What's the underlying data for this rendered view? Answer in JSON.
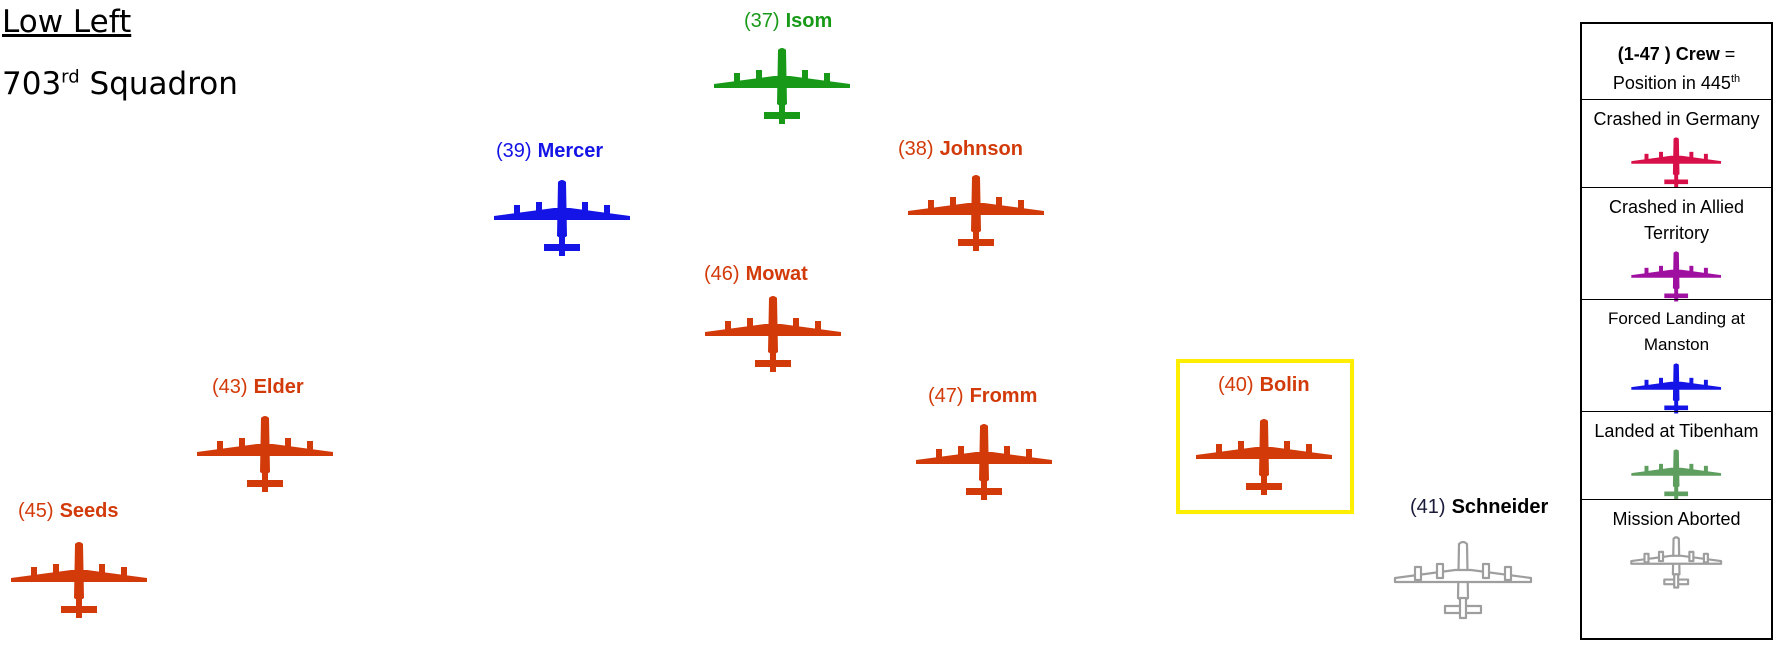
{
  "formation": {
    "title": "Low Left",
    "squadron_num": "703",
    "squadron_sup": "rd",
    "squadron_word": "Squadron"
  },
  "colors": {
    "red": "#d23a0a",
    "blue": "#1414e6",
    "green": "#189a18",
    "grey": "#9e9e9e",
    "legend_red": "#d8104a",
    "legend_purple": "#a010a0",
    "legend_blue": "#1414e6",
    "legend_green": "#5e9e5e",
    "legend_grey": "#9e9e9e",
    "highlight": "#ffee00"
  },
  "planes": [
    {
      "num": "(37)",
      "name": "Isom",
      "status": "green"
    },
    {
      "num": "(39)",
      "name": "Mercer",
      "status": "blue"
    },
    {
      "num": "(38)",
      "name": "Johnson",
      "status": "red"
    },
    {
      "num": "(46)",
      "name": "Mowat",
      "status": "red"
    },
    {
      "num": "(43)",
      "name": "Elder",
      "status": "red"
    },
    {
      "num": "(47)",
      "name": "Fromm",
      "status": "red"
    },
    {
      "num": "(40)",
      "name": "Bolin",
      "status": "red",
      "highlighted": true
    },
    {
      "num": "(45)",
      "name": "Seeds",
      "status": "red"
    },
    {
      "num": "(41)",
      "name": "Schneider",
      "status": "grey"
    }
  ],
  "legend": {
    "header_range": "(1-47 )",
    "header_crew": "Crew",
    "header_eq": "=",
    "header_line2": "Position in 445",
    "header_sup": "th",
    "items": [
      {
        "label": "Crashed in Germany",
        "color": "legend_red"
      },
      {
        "label": "Crashed in  Allied Territory",
        "color": "legend_purple"
      },
      {
        "label": "Forced Landing at Manston",
        "color": "legend_blue"
      },
      {
        "label": "Landed at Tibenham",
        "color": "legend_green"
      },
      {
        "label": "Mission Aborted",
        "color": "legend_grey"
      }
    ]
  }
}
